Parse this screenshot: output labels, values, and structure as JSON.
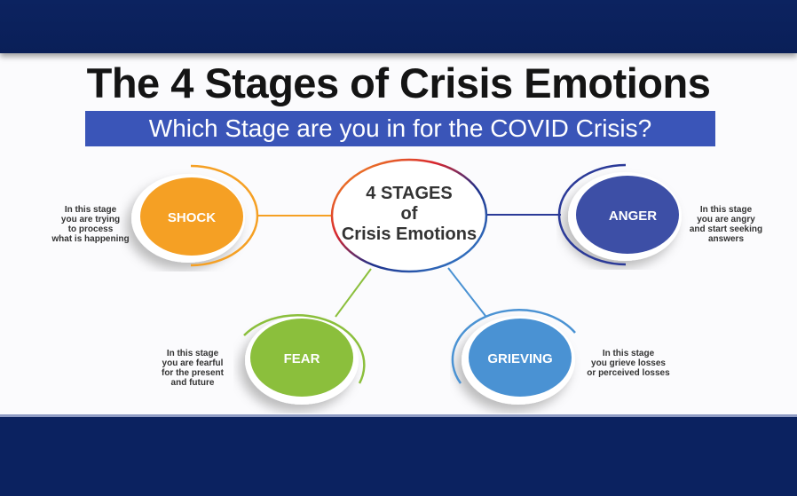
{
  "title": "The 4 Stages of Crisis Emotions",
  "subtitle": "Which Stage are you in for the COVID Crisis?",
  "center": {
    "line1": "4 STAGES",
    "line2": "of",
    "line3": "Crisis Emotions"
  },
  "stages": [
    {
      "label": "SHOCK",
      "color": "#f5a024",
      "desc": [
        "In this stage",
        "you are trying",
        "to process",
        "what is happening"
      ]
    },
    {
      "label": "ANGER",
      "color": "#3d4fa6",
      "desc": [
        "In this stage",
        "you are angry",
        "and start seeking",
        "answers"
      ]
    },
    {
      "label": "FEAR",
      "color": "#8bbf3c",
      "desc": [
        "In this stage",
        "you are fearful",
        "for the present",
        "and future"
      ]
    },
    {
      "label": "GRIEVING",
      "color": "#4a92d3",
      "desc": [
        "In this stage",
        "you grieve losses",
        "or perceived losses"
      ]
    }
  ]
}
